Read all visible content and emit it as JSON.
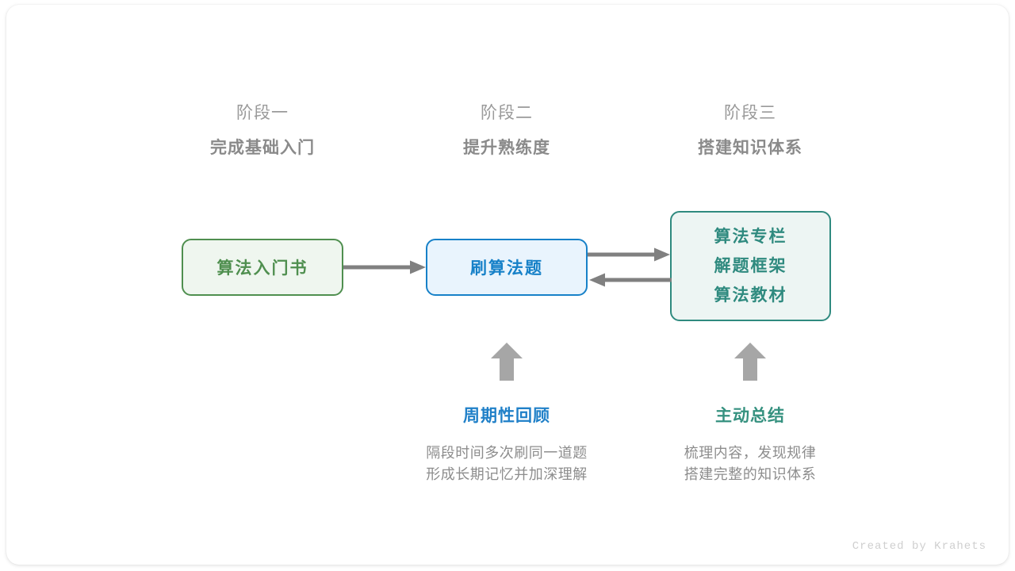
{
  "stages": [
    {
      "name": "阶段一",
      "goal": "完成基础入门"
    },
    {
      "name": "阶段二",
      "goal": "提升熟练度"
    },
    {
      "name": "阶段三",
      "goal": "搭建知识体系"
    }
  ],
  "nodes": {
    "book": {
      "lines": [
        "算法入门书"
      ],
      "border_color": "#4f8f4f",
      "fill_color": "#eff6ef",
      "text_color": "#4f8f4f"
    },
    "practice": {
      "lines": [
        "刷算法题"
      ],
      "border_color": "#1781c8",
      "fill_color": "#e9f4fd",
      "text_color": "#1781c8"
    },
    "resources": {
      "lines": [
        "算法专栏",
        "解题框架",
        "算法教材"
      ],
      "border_color": "#2f8a7f",
      "fill_color": "#edf5f3",
      "text_color": "#2f8a7f"
    }
  },
  "annotations": [
    {
      "title": "周期性回顾",
      "title_color": "#2080c8",
      "desc": [
        "隔段时间多次刷同一道题",
        "形成长期记忆并加深理解"
      ]
    },
    {
      "title": "主动总结",
      "title_color": "#35917f",
      "desc": [
        "梳理内容，发现规律",
        "搭建完整的知识体系"
      ]
    }
  ],
  "arrow_color": "#808080",
  "credit": "Created by Krahets"
}
